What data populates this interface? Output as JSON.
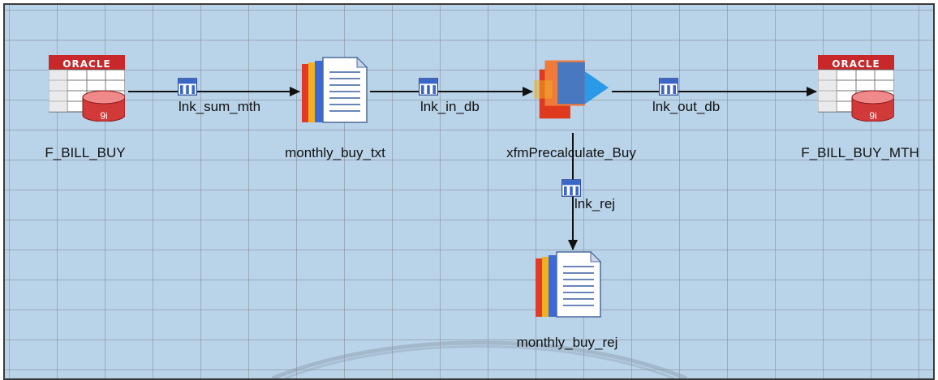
{
  "stages": {
    "source": {
      "label": "F_BILL_BUY",
      "banner": "ORACLE",
      "version": "9i",
      "icon": "oracle-table-icon"
    },
    "seq_file": {
      "label": "monthly_buy_txt",
      "icon": "sequential-file-icon"
    },
    "transformer": {
      "label": "xfmPrecalculate_Buy",
      "icon": "transformer-icon"
    },
    "target": {
      "label": "F_BILL_BUY_MTH",
      "banner": "ORACLE",
      "version": "9i",
      "icon": "oracle-table-icon"
    },
    "reject_file": {
      "label": "monthly_buy_rej",
      "icon": "sequential-file-icon"
    }
  },
  "links": {
    "sum_mth": {
      "label": "lnk_sum_mth",
      "icon": "link-grid-icon"
    },
    "in_db": {
      "label": "lnk_in_db",
      "icon": "link-grid-icon"
    },
    "out_db": {
      "label": "lnk_out_db",
      "icon": "link-grid-icon"
    },
    "rej": {
      "label": "lnk_rej",
      "icon": "link-grid-icon"
    }
  },
  "colors": {
    "canvas_bg": "#b9d3e8",
    "grid": "#78788a",
    "oracle_red": "#c8282a",
    "link_icon_blue": "#3a66c8",
    "transformer_red": "#e03a1e",
    "transformer_blue": "#2a78d8"
  }
}
